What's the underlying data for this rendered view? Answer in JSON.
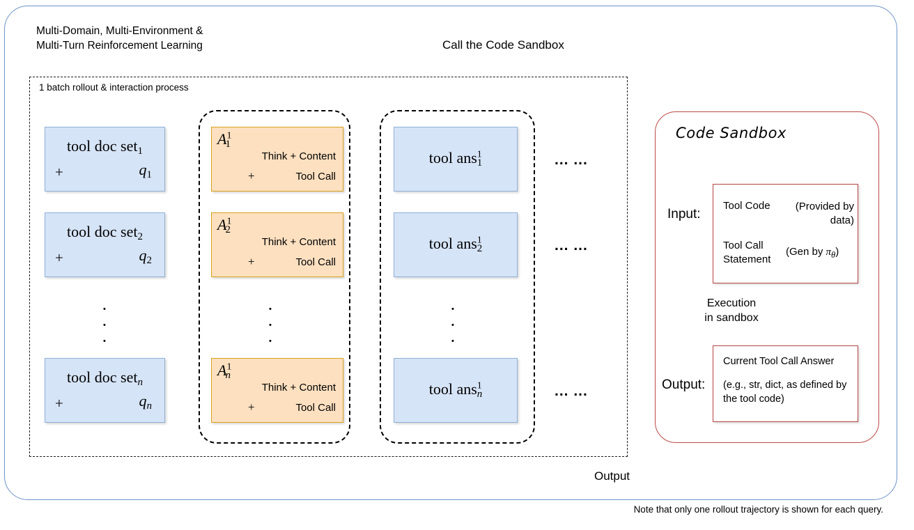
{
  "figure": {
    "title": "Multi-Domain, Multi-Environment &\nMulti-Turn Reinforcement Learning",
    "batch_label": "1 batch rollout & interaction process",
    "footnote": "Note that only one rollout trajectory is shown for each query.",
    "edge_labels": {
      "top": "Call the Code Sandbox",
      "bottom": "Output"
    },
    "ellipsis": "... ...",
    "vertical_dots": "·\n·\n·"
  },
  "colors": {
    "outer_border": "#6d93c9",
    "blue_fill": "#d6e4f7",
    "blue_border": "#8fb0d8",
    "orange_fill": "#fde0c0",
    "orange_border": "#d6a21c",
    "sandbox_border": "#bb4a47",
    "io_box_border": "#b34441",
    "dashed": "#1a1a1a"
  },
  "rows": [
    {
      "docset": {
        "text": "tool doc set",
        "sub": "1",
        "plus": "+",
        "q": "q",
        "q_sub": "1"
      },
      "action": {
        "label": "A",
        "label_sub": "1",
        "label_sup": "1",
        "line1": "Think + Content",
        "plus": "+",
        "line2": "Tool Call"
      },
      "answer": {
        "text": "tool ans",
        "sub": "1",
        "sup": "1"
      },
      "ellipsis": "... ..."
    },
    {
      "docset": {
        "text": "tool doc set",
        "sub": "2",
        "plus": "+",
        "q": "q",
        "q_sub": "2"
      },
      "action": {
        "label": "A",
        "label_sub": "2",
        "label_sup": "1",
        "line1": "Think + Content",
        "plus": "+",
        "line2": "Tool Call"
      },
      "answer": {
        "text": "tool ans",
        "sub": "2",
        "sup": "1"
      },
      "ellipsis": "... ..."
    },
    {
      "docset": {
        "text": "tool doc set",
        "sub": "n",
        "plus": "+",
        "q": "q",
        "q_sub": "n"
      },
      "action": {
        "label": "A",
        "label_sub": "n",
        "label_sup": "1",
        "line1": "Think + Content",
        "plus": "+",
        "line2": "Tool Call"
      },
      "answer": {
        "text": "tool ans",
        "sub": "n",
        "sup": "1"
      },
      "ellipsis": "... ..."
    }
  ],
  "sandbox": {
    "title": "Code Sandbox",
    "input_label": "Input:",
    "output_label": "Output:",
    "execution_label": "Execution\nin sandbox",
    "input_box": {
      "row1_left": "Tool Code",
      "row1_right": "(Provided by data)",
      "row2_left": "Tool Call\nStatement",
      "row2_right_prefix": "(Gen by ",
      "row2_right_symbol": "π",
      "row2_right_symbol_sub": "θ",
      "row2_right_suffix": ")"
    },
    "output_box": {
      "row1": "Current Tool Call Answer",
      "row2": "(e.g., str, dict, as defined by the tool code)"
    }
  }
}
